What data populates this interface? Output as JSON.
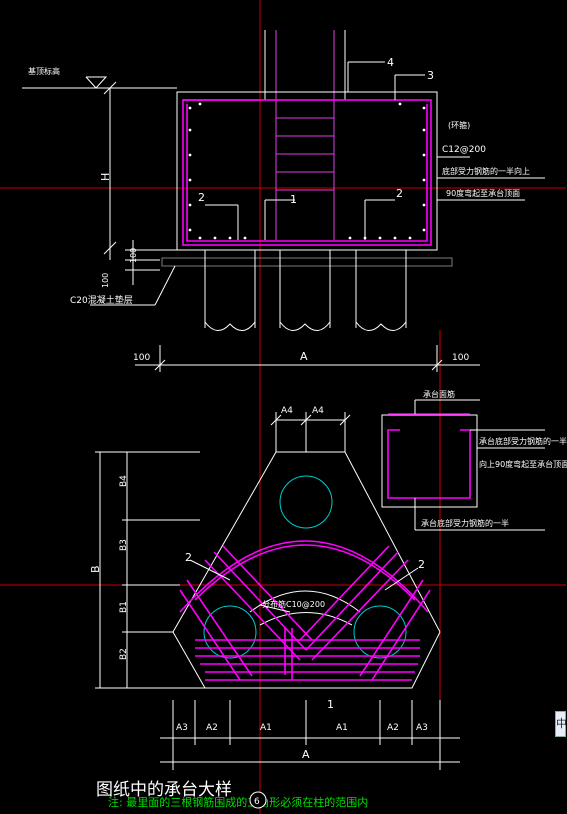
{
  "top_view": {
    "ground_level": "基顶标高",
    "height_dim": "H",
    "dim_100_a": "100",
    "dim_100_b": "100",
    "cushion_label": "C20混凝土垫层",
    "label_4": "4",
    "label_3": "3",
    "label_2_left": "2",
    "label_2_right": "2",
    "label_1": "1",
    "hoop_label": "(环箍)",
    "rebar_spec": "C12@200",
    "bend_note_1": "底部受力钢筋的一半向上",
    "bend_note_2": "90度弯起至承台顶面",
    "bottom_dim_left": "100",
    "bottom_dim_mid": "A",
    "bottom_dim_right": "100"
  },
  "detail_box": {
    "title": "承台面筋",
    "note_1": "承台底部受力钢筋的一半",
    "note_2": "向上90度弯起至承台顶面",
    "note_3": "承台底部受力钢筋的一半"
  },
  "plan_view": {
    "dim_A4_left": "A4",
    "dim_A4_right": "A4",
    "dim_B4": "B4",
    "dim_B3": "B3",
    "dim_B": "B",
    "dim_B1": "B1",
    "dim_B2": "B2",
    "label_2_left": "2",
    "label_2_right": "2",
    "label_1": "1",
    "distribution_rebar": "分布筋C10@200",
    "bottom_dims": [
      "A3",
      "A2",
      "A1",
      "A1",
      "A2",
      "A3"
    ],
    "bottom_total": "A"
  },
  "caption": "图纸中的承台大样",
  "note": "注: 最里面的三根钢筋围成的三角形必须在柱的范围内",
  "page_num": "6",
  "ime_glyph": "中",
  "colors": {
    "background": "#000000",
    "outline": "#ffffff",
    "rebar": "#ff00ff",
    "axis": "#cc0000",
    "pile": "#00cccc",
    "note": "#00e000"
  }
}
